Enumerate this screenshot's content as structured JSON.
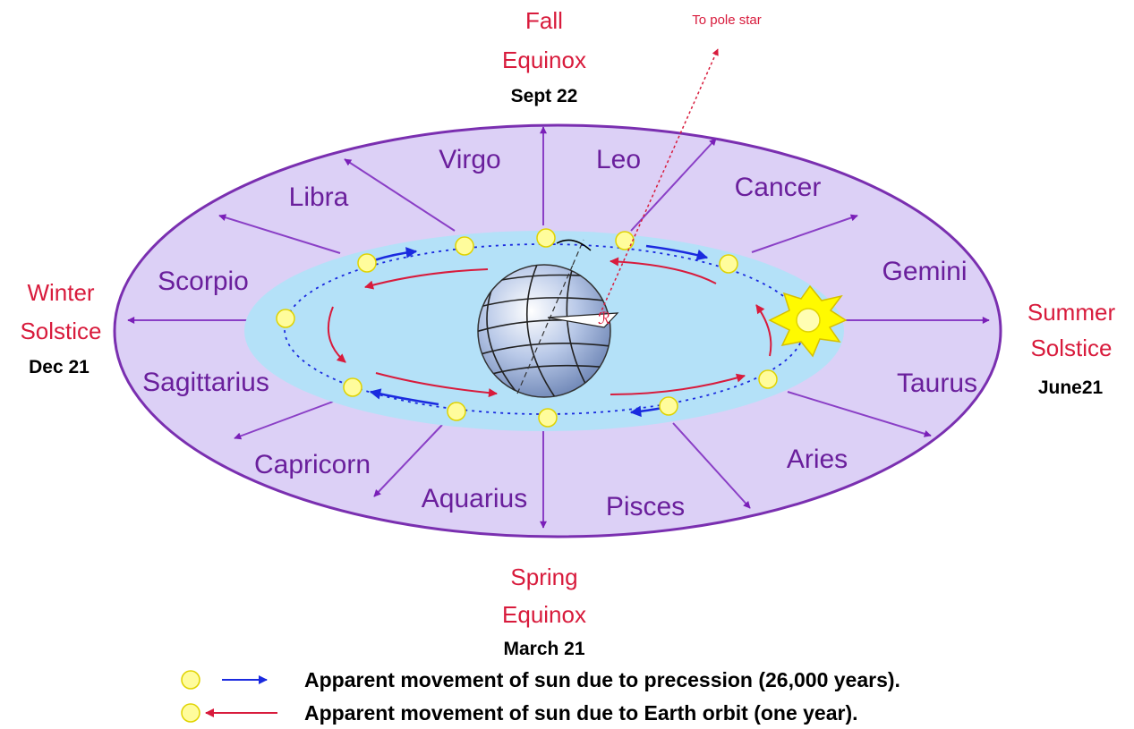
{
  "pole_label": "To pole star",
  "seasons": {
    "fall": {
      "line1": "Fall",
      "line2": "Equinox",
      "date": "Sept 22"
    },
    "spring": {
      "line1": "Spring",
      "line2": "Equinox",
      "date": "March 21"
    },
    "winter": {
      "line1": "Winter",
      "line2": "Solstice",
      "date": "Dec 21"
    },
    "summer": {
      "line1": "Summer",
      "line2": "Solstice",
      "date": "June21"
    }
  },
  "signs": {
    "virgo": "Virgo",
    "leo": "Leo",
    "libra": "Libra",
    "cancer": "Cancer",
    "scorpio": "Scorpio",
    "gemini": "Gemini",
    "sagittarius": "Sagittarius",
    "taurus": "Taurus",
    "capricorn": "Capricorn",
    "aries": "Aries",
    "aquarius": "Aquarius",
    "pisces": "Pisces"
  },
  "legend": {
    "precession": "Apparent movement of sun due to precession (26,000 years).",
    "orbit": "Apparent movement of sun due to Earth orbit  (one year)."
  },
  "colors": {
    "outer_fill": "#dcd0f6",
    "outer_stroke": "#7a2fb0",
    "inner_fill": "#b4e1f8",
    "ray": "#8a3fc6",
    "precession_arrow": "#1a2adf",
    "orbit_arrow": "#d81b3c",
    "season_text": "#d81b3c",
    "sign_text": "#6a1f9c",
    "sun": "#fffc9c"
  }
}
